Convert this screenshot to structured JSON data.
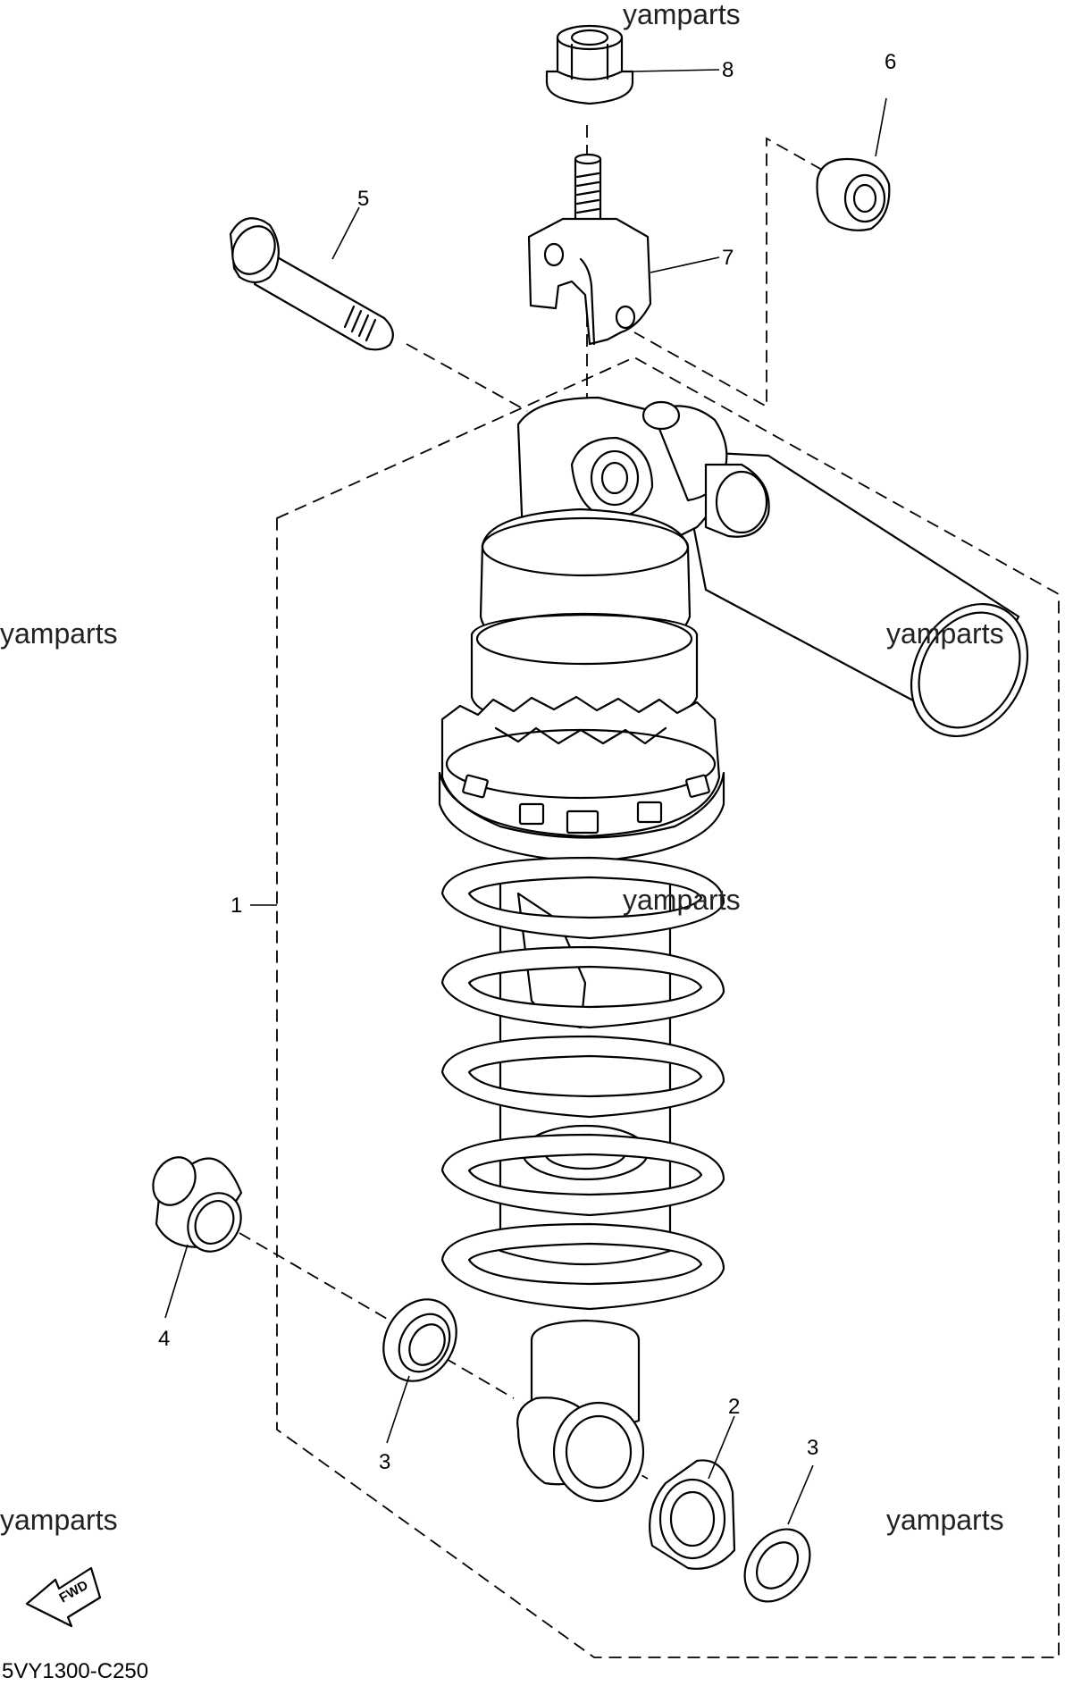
{
  "diagram_code": "5VY1300-C250",
  "watermark": "yamparts",
  "fwd_label": "FWD",
  "callouts": {
    "c1": "1",
    "c2": "2",
    "c3a": "3",
    "c3b": "3",
    "c4": "4",
    "c5": "5",
    "c6": "6",
    "c7": "7",
    "c8": "8"
  }
}
